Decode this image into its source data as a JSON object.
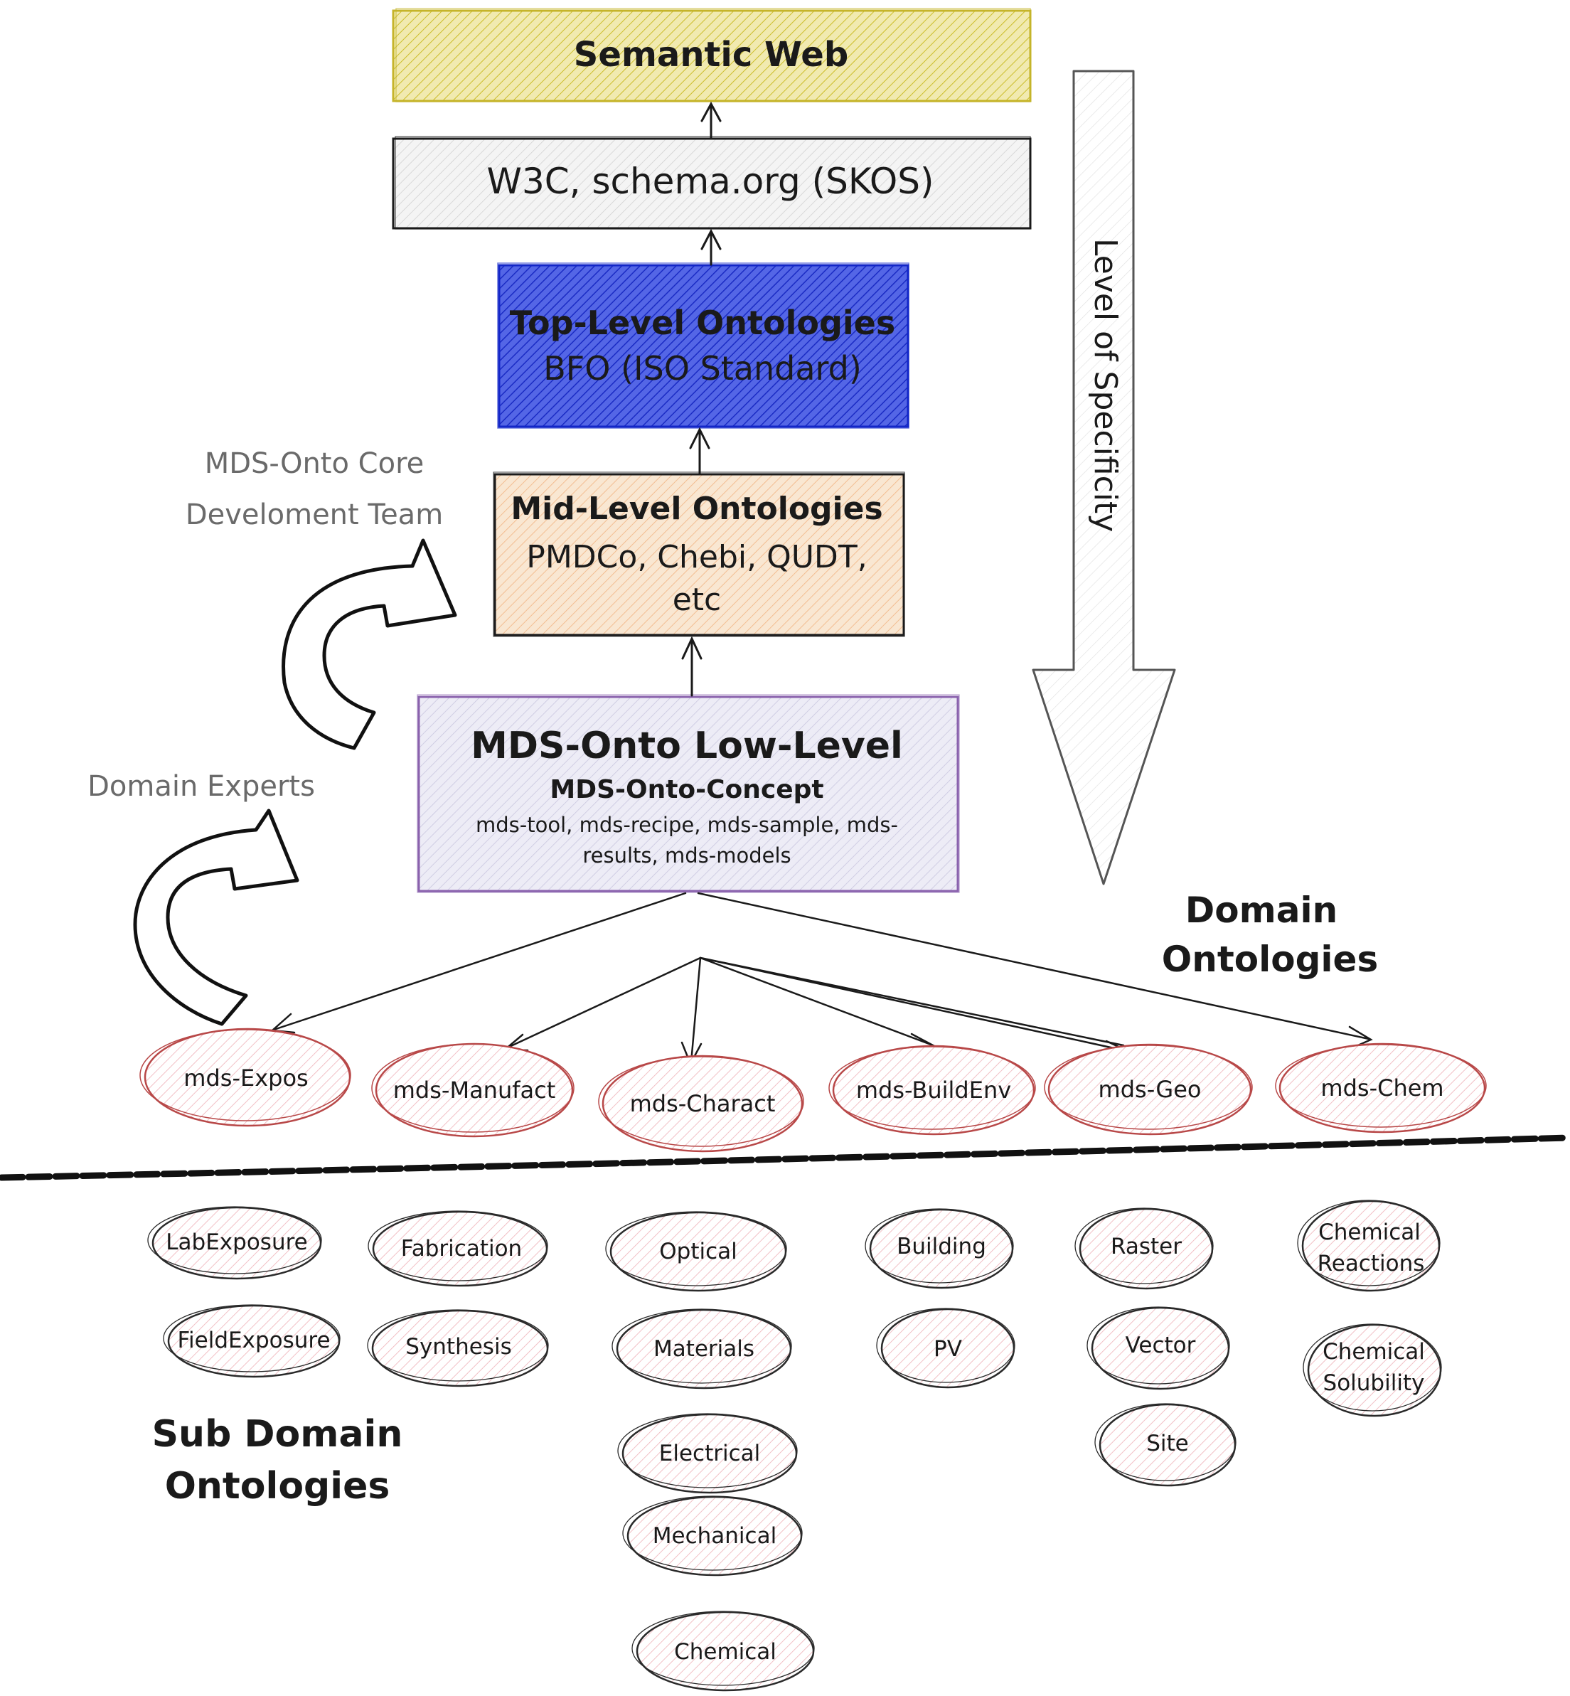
{
  "layers": {
    "semantic_web": "Semantic Web",
    "w3c": "W3C, schema.org (SKOS)",
    "top_level": {
      "line1": "Top-Level Ontologies",
      "line2": "BFO (ISO Standard)"
    },
    "mid_level": {
      "line1": "Mid-Level Ontologies",
      "line2": "PMDCo, Chebi, QUDT,",
      "line3": "etc"
    },
    "low_level": {
      "title": "MDS-Onto Low-Level",
      "subtitle": "MDS-Onto-Concept",
      "line1": "mds-tool, mds-recipe, mds-sample, mds-",
      "line2": "results, mds-models"
    }
  },
  "annotations": {
    "core_team_line1": "MDS-Onto Core",
    "core_team_line2": "Develoment Team",
    "domain_experts": "Domain Experts",
    "level_of_specificity": "Level of Specificity",
    "domain_ontologies_line1": "Domain",
    "domain_ontologies_line2": "Ontologies",
    "sub_domain_line1": "Sub Domain",
    "sub_domain_line2": "Ontologies"
  },
  "domains": {
    "expos": "mds-Expos",
    "manufact": "mds-Manufact",
    "charact": "mds-Charact",
    "buildenv": "mds-BuildEnv",
    "geo": "mds-Geo",
    "chem": "mds-Chem"
  },
  "subdomains": {
    "labexposure": "LabExposure",
    "fieldexposure": "FieldExposure",
    "fabrication": "Fabrication",
    "synthesis": "Synthesis",
    "optical": "Optical",
    "materials": "Materials",
    "electrical": "Electrical",
    "mechanical": "Mechanical",
    "chemical": "Chemical",
    "building": "Building",
    "pv": "PV",
    "raster": "Raster",
    "vector": "Vector",
    "site": "Site",
    "chemical_reactions_1": "Chemical",
    "chemical_reactions_2": "Reactions",
    "chemical_solubility_1": "Chemical",
    "chemical_solubility_2": "Solubility"
  },
  "colors": {
    "semantic_web": "#e8dd8c",
    "w3c": "#ececec",
    "top_level": "#2b3ed6",
    "mid_level": "#f7d9b8",
    "low_level": "#e3e2f0",
    "domain_ring": "#b84848",
    "sub_fill": "#f6d9dc"
  }
}
